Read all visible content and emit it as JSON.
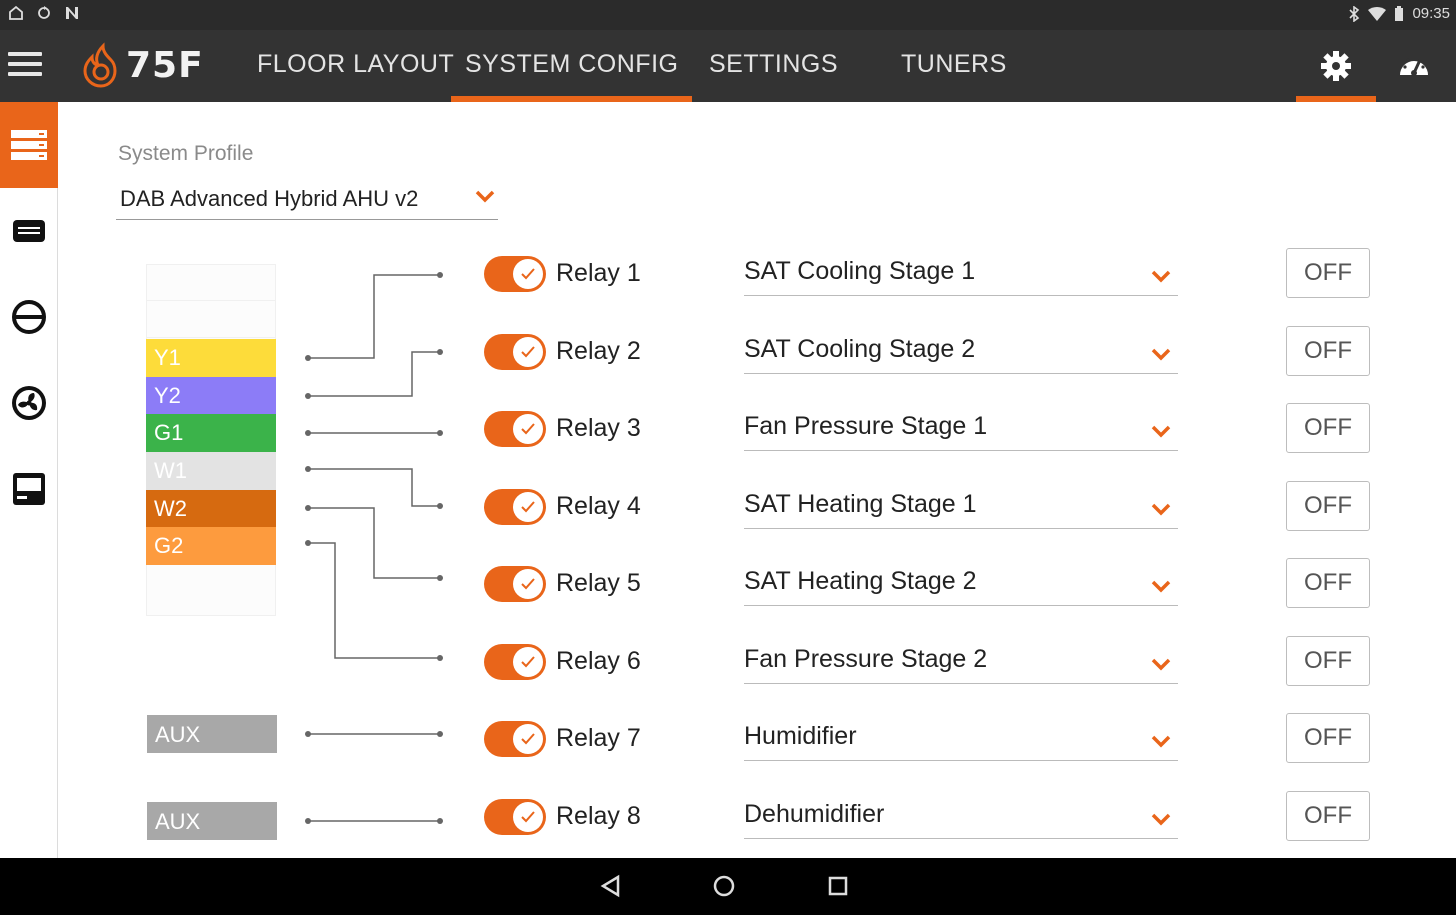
{
  "status_bar": {
    "time": "09:35",
    "left_icons": [
      "home-outline-icon",
      "sync-icon",
      "n-icon"
    ],
    "right_icons": [
      "bluetooth-icon",
      "wifi-icon",
      "battery-icon"
    ]
  },
  "header": {
    "logo_text": "75F",
    "tabs": [
      {
        "label": "FLOOR LAYOUT",
        "active": false
      },
      {
        "label": "SYSTEM CONFIG",
        "active": true
      },
      {
        "label": "SETTINGS",
        "active": false
      },
      {
        "label": "TUNERS",
        "active": false
      }
    ],
    "icons": [
      "gear-icon",
      "gauge-icon"
    ]
  },
  "sidebar": {
    "items": [
      {
        "icon": "server-stack-icon",
        "active": true
      },
      {
        "icon": "module-icon",
        "active": false
      },
      {
        "icon": "theta-icon",
        "active": false
      },
      {
        "icon": "fan-icon",
        "active": false
      },
      {
        "icon": "display-icon",
        "active": false
      }
    ]
  },
  "main": {
    "profile_label": "System Profile",
    "profile_value": "DAB Advanced Hybrid AHU v2",
    "terminals": [
      {
        "label": "Y1",
        "color": "#fddc3a"
      },
      {
        "label": "Y2",
        "color": "#8c7cf7"
      },
      {
        "label": "G1",
        "color": "#3bb34a"
      },
      {
        "label": "W1",
        "color": "#e3e3e3"
      },
      {
        "label": "W2",
        "color": "#d66a10"
      },
      {
        "label": "G2",
        "color": "#fd9b3e"
      }
    ],
    "aux_labels": [
      "AUX",
      "AUX"
    ],
    "relays": [
      {
        "label": "Relay 1",
        "enabled": true,
        "mapping": "SAT Cooling Stage 1",
        "button": "OFF"
      },
      {
        "label": "Relay 2",
        "enabled": true,
        "mapping": "SAT Cooling Stage 2",
        "button": "OFF"
      },
      {
        "label": "Relay 3",
        "enabled": true,
        "mapping": "Fan Pressure Stage 1",
        "button": "OFF"
      },
      {
        "label": "Relay 4",
        "enabled": true,
        "mapping": "SAT Heating Stage 1",
        "button": "OFF"
      },
      {
        "label": "Relay 5",
        "enabled": true,
        "mapping": "SAT Heating Stage 2",
        "button": "OFF"
      },
      {
        "label": "Relay 6",
        "enabled": true,
        "mapping": "Fan Pressure Stage 2",
        "button": "OFF"
      },
      {
        "label": "Relay 7",
        "enabled": true,
        "mapping": "Humidifier",
        "button": "OFF"
      },
      {
        "label": "Relay 8",
        "enabled": true,
        "mapping": "Dehumidifier",
        "button": "OFF"
      }
    ]
  },
  "nav_bar": {
    "icons": [
      "back-icon",
      "home-icon",
      "recents-icon"
    ]
  },
  "colors": {
    "accent": "#e9651a",
    "topbar": "#333333"
  }
}
